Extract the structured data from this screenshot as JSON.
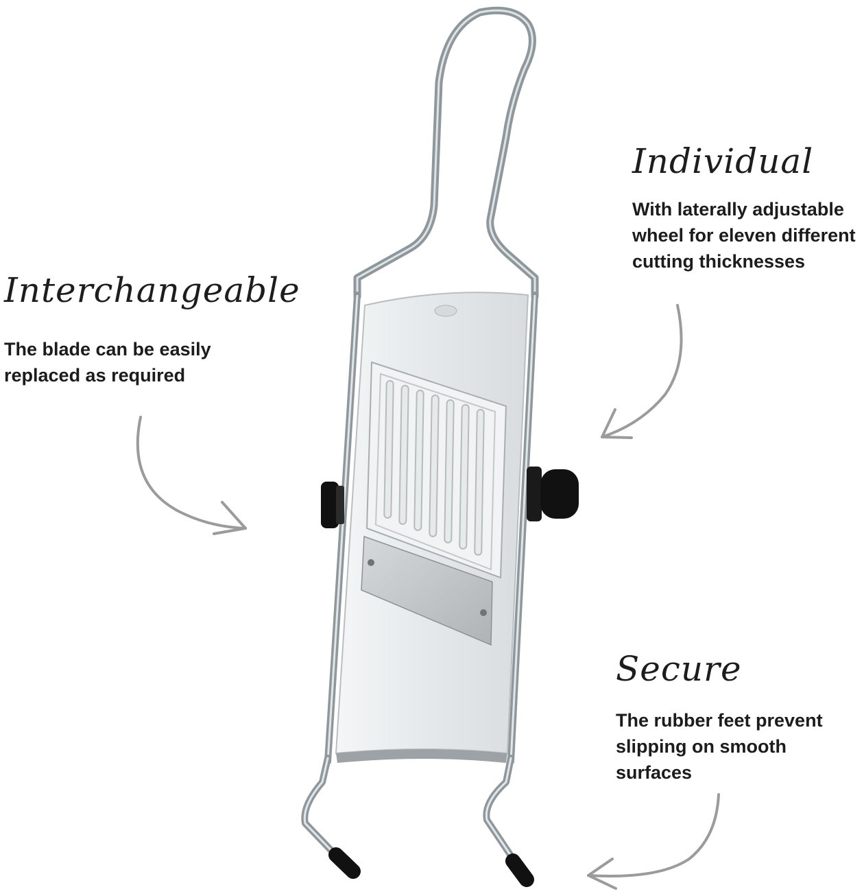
{
  "callouts": {
    "interchangeable": {
      "title": "Interchangeable",
      "body": "The blade can be easily\nreplaced as required"
    },
    "individual": {
      "title": "Individual",
      "body": "With laterally adjustable\nwheel for eleven different\ncutting thicknesses"
    },
    "secure": {
      "title": "Secure",
      "body": "The rubber feet prevent\nslipping on smooth surfaces"
    }
  },
  "product": {
    "name": "mandoline-slicer",
    "frame_color": "#9aa3a8",
    "plate_color": "#e3e6e8",
    "blade_color": "#bfc3c5",
    "knob_color": "#111111"
  },
  "arrow_color": "#9b9b9b"
}
